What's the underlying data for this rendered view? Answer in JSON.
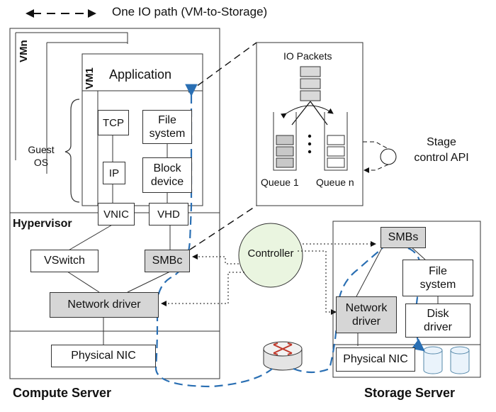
{
  "legend": {
    "text": "One IO path (VM-to-Storage)"
  },
  "compute": {
    "vmn": "VMn",
    "vm1": "VM1",
    "application": "Application",
    "guest_os": "Guest\nOS",
    "tcp": "TCP",
    "ip": "IP",
    "file_system": "File\nsystem",
    "block_device": "Block\ndevice",
    "vnic": "VNIC",
    "vhd": "VHD",
    "hypervisor": "Hypervisor",
    "vswitch": "VSwitch",
    "smbc": "SMBc",
    "network_driver": "Network driver",
    "physical_nic": "Physical NIC",
    "title": "Compute Server"
  },
  "zoom": {
    "io_packets": "IO Packets",
    "queue1": "Queue 1",
    "queuen": "Queue n",
    "stage_api": "Stage\ncontrol API"
  },
  "controller": "Controller",
  "storage": {
    "smbs": "SMBs",
    "file_system": "File\nsystem",
    "disk_driver": "Disk\ndriver",
    "network_driver": "Network\ndriver",
    "physical_nic": "Physical NIC",
    "title": "Storage Server"
  },
  "colors": {
    "io_path": "#2a6fb3",
    "gray_box": "#d6d6d6",
    "controller_fill": "#eaf5e0"
  },
  "icons": {
    "router": "router-icon",
    "disk": "disk-icon"
  }
}
